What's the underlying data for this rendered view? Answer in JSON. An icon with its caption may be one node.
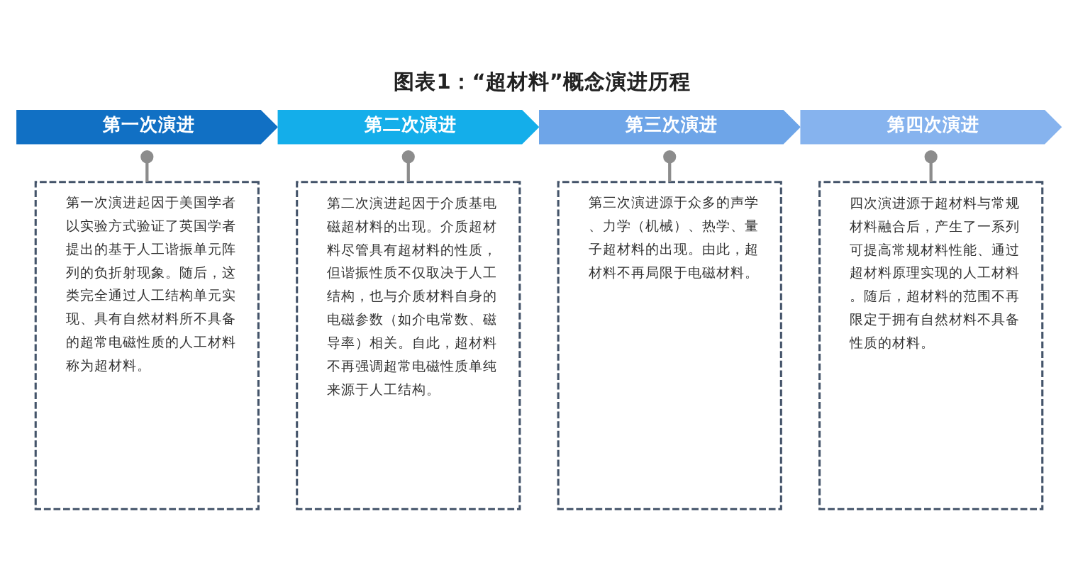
{
  "diagram": {
    "title": "图表1：“超材料”概念演进历程",
    "nodes": [
      {
        "text": [
          "第一次演进"
        ]
      },
      {
        "text": [
          "第二次演进"
        ]
      },
      {
        "text": [
          "第三次演进"
        ]
      },
      {
        "text": [
          "第四次演进"
        ]
      },
      {
        "text": [
          "第一次演进起因于美国学者以实验方式验证了英国学者提出的基于人工谐振单元阵列的负折射现象。随后，这类完全通过人工结构单元实现、具有自然材料所不具备的超常电磁性质的人工材料称为超材料。"
        ]
      },
      {
        "text": [
          "第二次演进起因于介质基电磁超材料的出现。介质超材料尽管具有超材料的性质，但谐振性质不仅取决于人工结构，也与介质材料自身的电磁参数（如介电常数、磁导率）相关。自此，超材料不再强调超常电磁性质单纯来源于人工结构。"
        ]
      },
      {
        "text": [
          "第三次演进源于众多的声学、力学（机械）、热学、量子超材料的出现。由此，超材料不再局限于电磁材料。"
        ]
      },
      {
        "text": [
          "四次演进源于超材料与常规材料融合后，产生了一系列可提高常规材料性能、通过超材料原理实现的人工材料。随后，超材料的范围不再限定于拥有自然材料不具备性质的材料。"
        ]
      }
    ],
    "edges": [
      {
        "from": 0,
        "to": 4,
        "arrow": "other"
      },
      {
        "from": 1,
        "to": 5,
        "arrow": "other"
      },
      {
        "from": 2,
        "to": 6,
        "arrow": "other"
      },
      {
        "from": 3,
        "to": 7,
        "arrow": "other"
      }
    ]
  }
}
